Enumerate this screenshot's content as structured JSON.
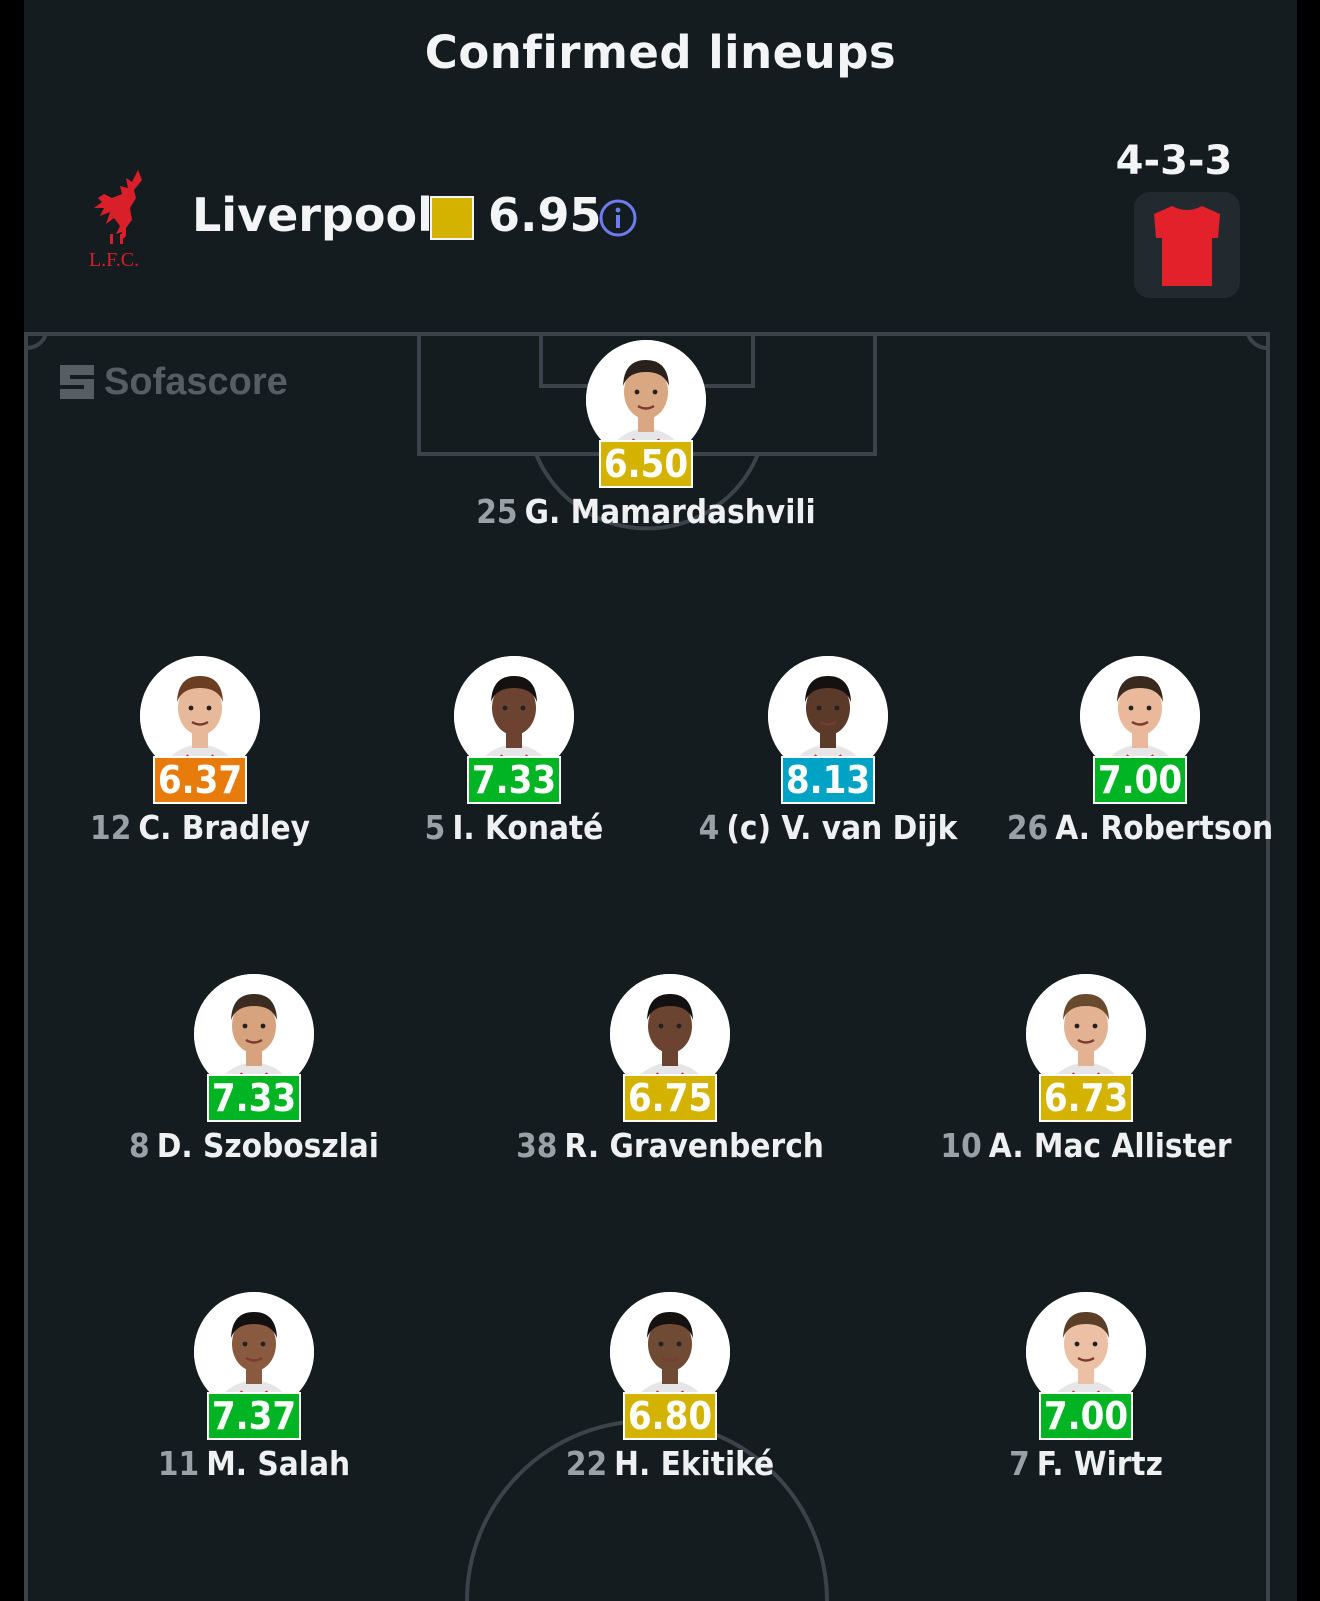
{
  "header": {
    "title": "Confirmed lineups",
    "team_name": "Liverpool",
    "team_rating": "6.95",
    "team_rating_color": "#d4b300",
    "formation": "4-3-3",
    "kit_color": "#e2212b",
    "logo_text": "L.F.C.",
    "info_icon": "info-icon"
  },
  "watermark": {
    "text": "Sofascore"
  },
  "rating_colors": {
    "average": "#d4b300",
    "below": "#e77c0c",
    "good": "#00b424",
    "excellent": "#00a3c4"
  },
  "players": [
    {
      "number": "25",
      "name": "G. Mamardashvili",
      "rating": "6.50",
      "tier": "average",
      "avatar": "player-photo"
    },
    {
      "number": "12",
      "name": "C. Bradley",
      "rating": "6.37",
      "tier": "below",
      "avatar": "player-photo"
    },
    {
      "number": "5",
      "name": "I. Konaté",
      "rating": "7.33",
      "tier": "good",
      "avatar": "player-photo"
    },
    {
      "number": "4",
      "name": "(c) V. van Dijk",
      "rating": "8.13",
      "tier": "excellent",
      "avatar": "player-photo"
    },
    {
      "number": "26",
      "name": "A. Robertson",
      "rating": "7.00",
      "tier": "good",
      "avatar": "player-photo"
    },
    {
      "number": "8",
      "name": "D. Szoboszlai",
      "rating": "7.33",
      "tier": "good",
      "avatar": "player-photo"
    },
    {
      "number": "38",
      "name": "R. Gravenberch",
      "rating": "6.75",
      "tier": "average",
      "avatar": "player-photo"
    },
    {
      "number": "10",
      "name": "A. Mac Allister",
      "rating": "6.73",
      "tier": "average",
      "avatar": "player-photo"
    },
    {
      "number": "11",
      "name": "M. Salah",
      "rating": "7.37",
      "tier": "good",
      "avatar": "player-photo"
    },
    {
      "number": "22",
      "name": "H. Ekitiké",
      "rating": "6.80",
      "tier": "average",
      "avatar": "player-photo"
    },
    {
      "number": "7",
      "name": "F. Wirtz",
      "rating": "7.00",
      "tier": "good",
      "avatar": "player-photo"
    }
  ]
}
